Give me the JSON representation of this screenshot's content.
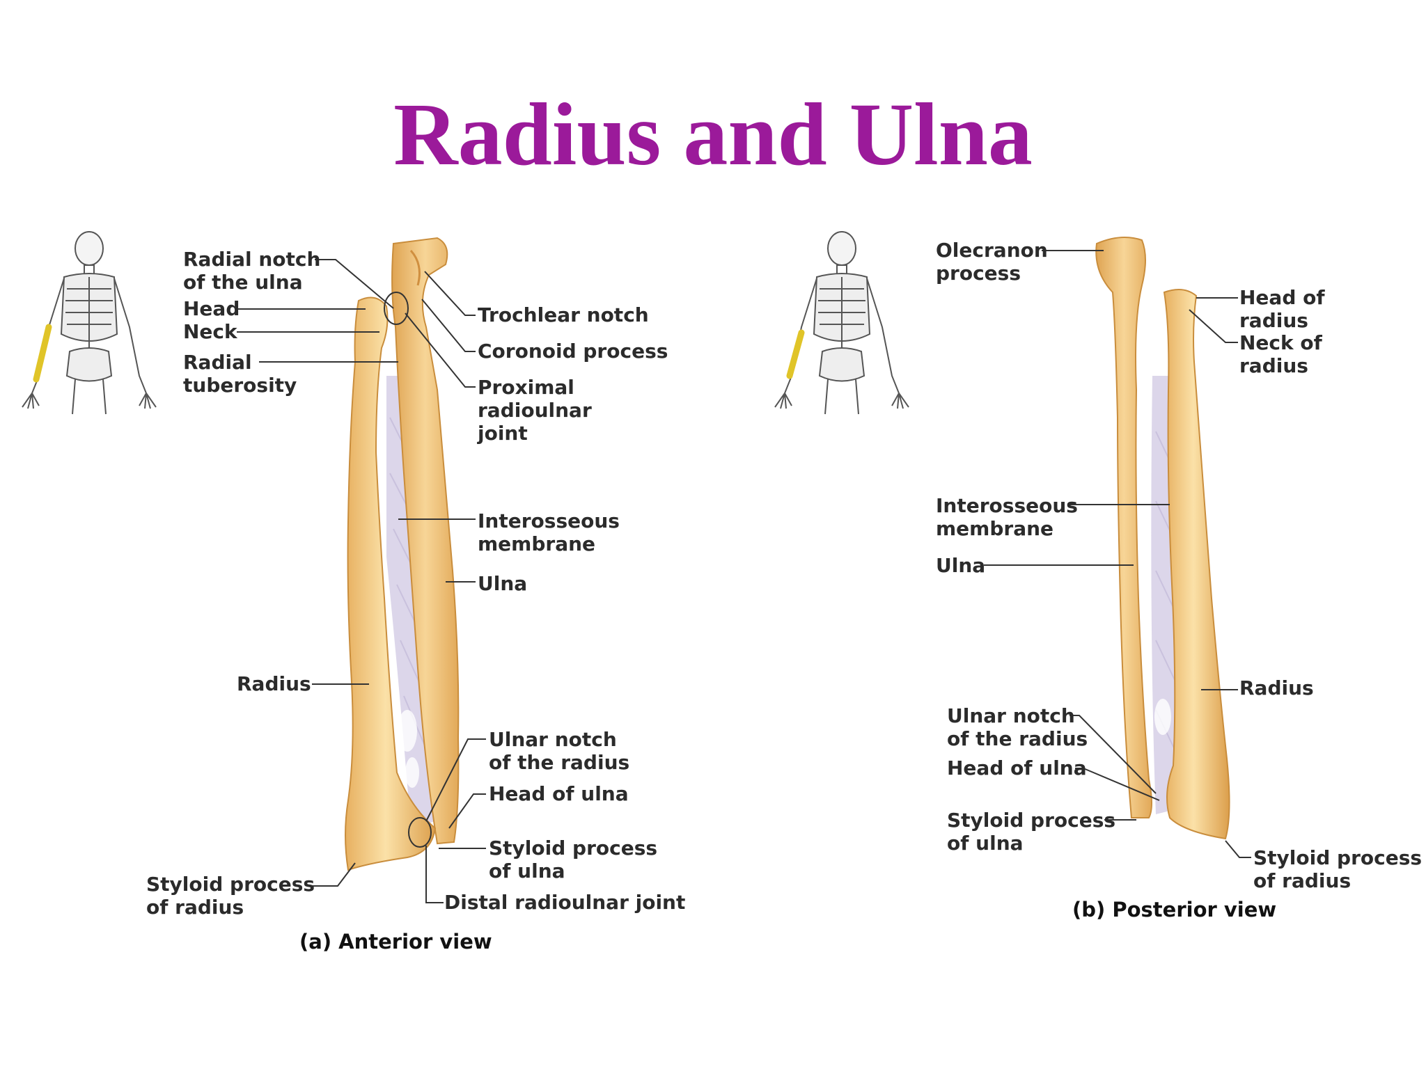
{
  "title": "Radius and Ulna",
  "colors": {
    "title": "#9b1a9a",
    "bone": "#f2cc86",
    "bone_dark": "#d89b45",
    "membrane": "#d7d1e6",
    "leader": "#333333"
  },
  "anterior": {
    "caption": "(a) Anterior view",
    "labels": {
      "radial_notch": [
        "Radial notch",
        "of the ulna"
      ],
      "head": "Head",
      "neck": "Neck",
      "radial_tuberosity": [
        "Radial",
        "tuberosity"
      ],
      "trochlear_notch": "Trochlear notch",
      "coronoid_process": "Coronoid process",
      "proximal_joint": [
        "Proximal",
        "radioulnar",
        "joint"
      ],
      "interosseous": [
        "Interosseous",
        "membrane"
      ],
      "ulna": "Ulna",
      "radius": "Radius",
      "ulnar_notch": [
        "Ulnar notch",
        "of the radius"
      ],
      "head_of_ulna": "Head of ulna",
      "styloid_ulna": [
        "Styloid process",
        "of ulna"
      ],
      "styloid_radius": [
        "Styloid process",
        "of radius"
      ],
      "distal_joint": "Distal radioulnar joint"
    }
  },
  "posterior": {
    "caption": "(b) Posterior view",
    "labels": {
      "olecranon": [
        "Olecranon",
        "process"
      ],
      "head_of_radius": [
        "Head of",
        "radius"
      ],
      "neck_of_radius": [
        "Neck of",
        "radius"
      ],
      "interosseous": [
        "Interosseous",
        "membrane"
      ],
      "ulna": "Ulna",
      "radius": "Radius",
      "ulnar_notch": [
        "Ulnar notch",
        "of the radius"
      ],
      "head_of_ulna": "Head of ulna",
      "styloid_ulna": [
        "Styloid process",
        "of ulna"
      ],
      "styloid_radius": [
        "Styloid process",
        "of radius"
      ]
    }
  }
}
